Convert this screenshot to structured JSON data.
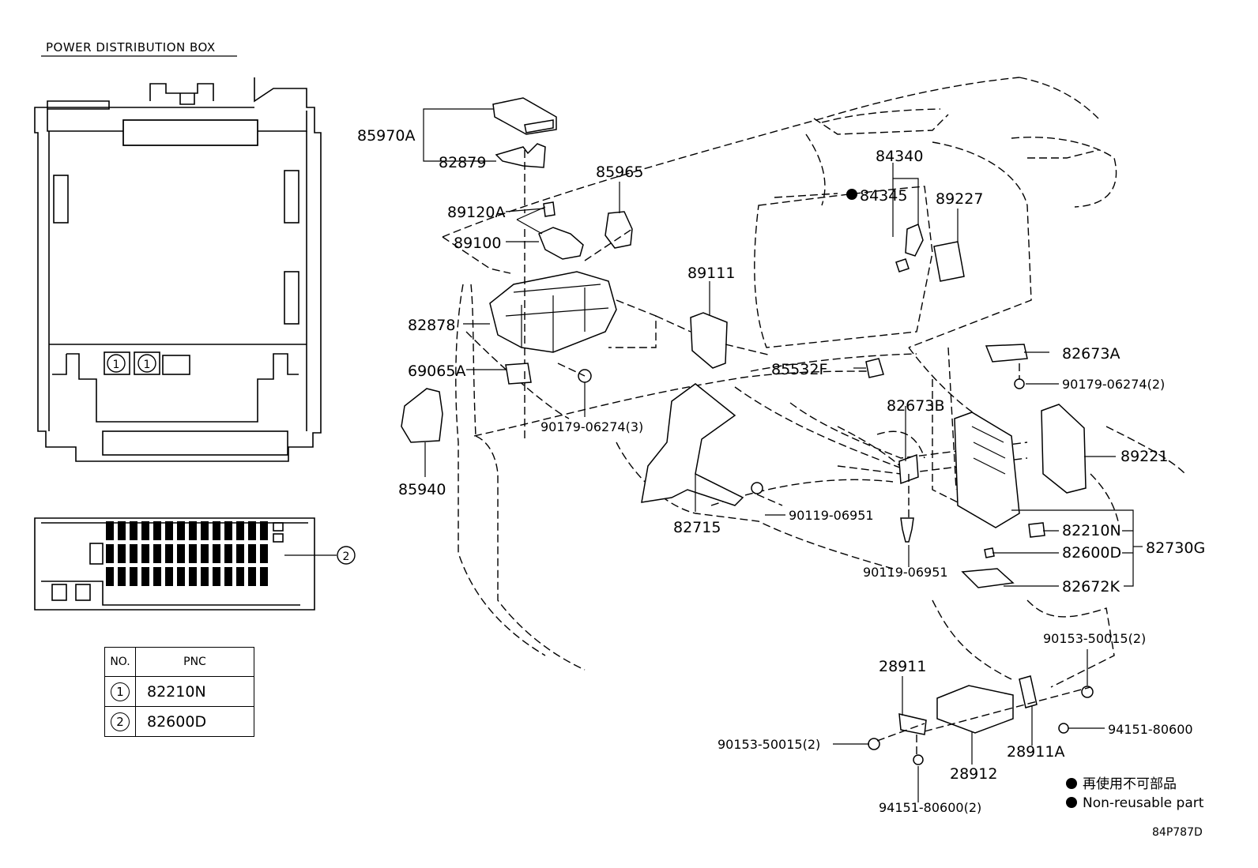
{
  "diagram": {
    "header": "POWER DISTRIBUTION BOX",
    "callouts": {
      "c1": "1",
      "c2": "2"
    },
    "parts": {
      "p85970A": "85970A",
      "p82879": "82879",
      "p89120A": "89120A",
      "p89100": "89100",
      "p82878": "82878",
      "p69065A": "69065A",
      "p85940": "85940",
      "p85965": "85965",
      "p90179_3": "90179-06274(3)",
      "p89111": "89111",
      "p85532F": "85532F",
      "p82715": "82715",
      "p90119a": "90119-06951",
      "p90119b": "90119-06951",
      "p84340": "84340",
      "p84345": "84345",
      "p89227": "89227",
      "p82673A": "82673A",
      "p90179_2": "90179-06274(2)",
      "p82673B": "82673B",
      "p89221": "89221",
      "p82210N": "82210N",
      "p82600D": "82600D",
      "p82730G": "82730G",
      "p82672K": "82672K",
      "p90153r": "90153-50015(2)",
      "p28911": "28911",
      "p28911A": "28911A",
      "p94151r": "94151-80600",
      "p90153l": "90153-50015(2)",
      "p28912": "28912",
      "p94151b": "94151-80600(2)"
    },
    "table": {
      "col_no": "NO.",
      "col_pnc": "PNC",
      "rows": [
        {
          "no": "1",
          "pnc": "82210N"
        },
        {
          "no": "2",
          "pnc": "82600D"
        }
      ]
    },
    "legend": {
      "jp": "再使用不可部品",
      "en": "Non-reusable part"
    },
    "code": "84P787D"
  }
}
